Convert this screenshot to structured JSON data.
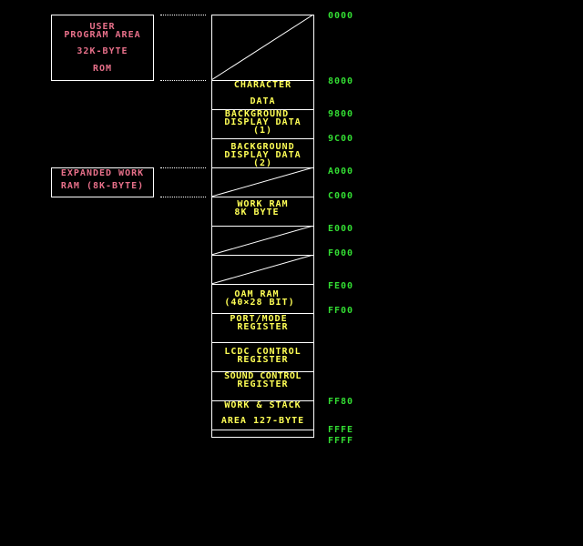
{
  "left_boxes": {
    "user_program": {
      "line1": "USER",
      "line2": "PROGRAM AREA",
      "line3": "32K-BYTE",
      "line4": "ROM"
    },
    "expanded_work": {
      "line1": "EXPANDED WORK",
      "line2": "RAM (8K-BYTE)"
    }
  },
  "memory_blocks": {
    "character": {
      "line1": "CHARACTER",
      "line2": "DATA"
    },
    "bg1": {
      "line1": "BACKGROUND",
      "line2": "DISPLAY DATA",
      "line3": "(1)"
    },
    "bg2": {
      "line1": "BACKGROUND",
      "line2": "DISPLAY DATA",
      "line3": "(2)"
    },
    "work_ram": {
      "line1": "WORK RAM",
      "line2": "8K BYTE"
    },
    "oam_ram": {
      "line1": "OAM RAM",
      "line2": "(40×28 BIT)"
    },
    "port_mode": {
      "line1": "PORT/MODE",
      "line2": "REGISTER"
    },
    "lcdc": {
      "line1": "LCDC CONTROL",
      "line2": "REGISTER"
    },
    "sound": {
      "line1": "SOUND CONTROL",
      "line2": "REGISTER"
    },
    "work_stack": {
      "line1": "WORK & STACK",
      "line2": "AREA 127-BYTE"
    }
  },
  "addresses": [
    "0000",
    "8000",
    "9800",
    "9C00",
    "A000",
    "C000",
    "E000",
    "F000",
    "FE00",
    "FF00",
    "FF80",
    "FFFE",
    "FFFF"
  ],
  "colors": {
    "background": "#000000",
    "left_text": "#e8708a",
    "block_text": "#ffff55",
    "address_text": "#33dd33",
    "lines": "#ffffff"
  }
}
